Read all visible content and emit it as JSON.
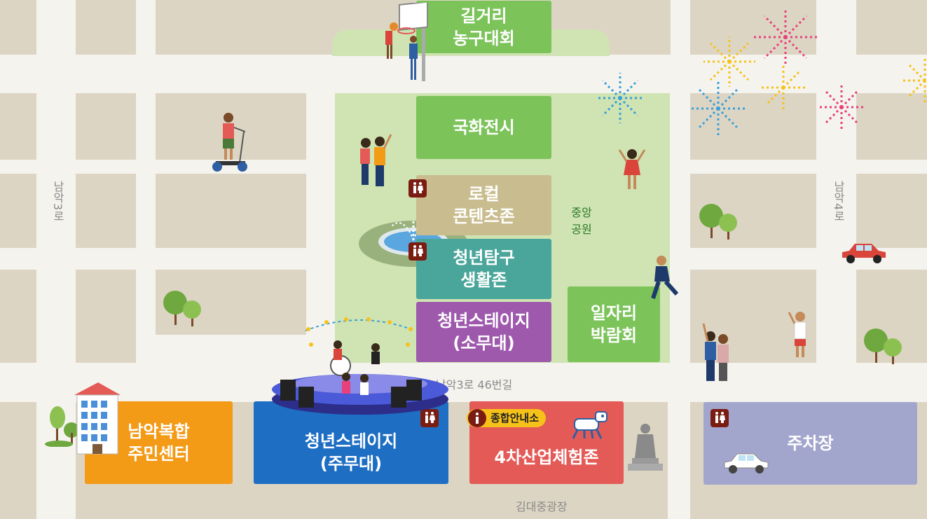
{
  "zones": {
    "street_basketball": "길거리\n농구대회",
    "korean_painting": "국화전시",
    "local_content": "로컬\n콘텐츠존",
    "youth_life": "청년탐구\n생활존",
    "youth_stage_small": "청년스테이지\n(소무대)",
    "job_fair": "일자리\n박람회",
    "community_center": "남악복합\n주민센터",
    "youth_stage_main": "청년스테이지\n(주무대)",
    "industry_4": "4차산업체험존",
    "parking": "주차장"
  },
  "labels": {
    "central_park": "중앙\n공원",
    "info_center": "종합안내소"
  },
  "streets": {
    "namak3ro": "남악3로",
    "namak4ro": "남악4로",
    "namak3ro_46": "남악3로 46번길",
    "kimdaejung_plaza": "김대중광장"
  },
  "colors": {
    "green_zone": "#7cc35a",
    "olive_zone": "#c9bd8f",
    "teal_zone": "#4aa59a",
    "purple_zone": "#9e59ad",
    "orange_zone": "#f39a16",
    "blue_zone": "#1e6ec3",
    "red_zone": "#e35a57",
    "lavender_zone": "#a3a6cc",
    "park": "#cfe3b3",
    "block": "#ddd5c3",
    "road": "#f5f3ee"
  },
  "icons": [
    "restroom-icon",
    "info-icon",
    "tree-icon",
    "fireworks-icon",
    "car-icon",
    "fountain-icon",
    "statue-icon",
    "building-icon",
    "stage-icon",
    "basketball-icon",
    "robot-dog-icon",
    "segway-icon"
  ]
}
